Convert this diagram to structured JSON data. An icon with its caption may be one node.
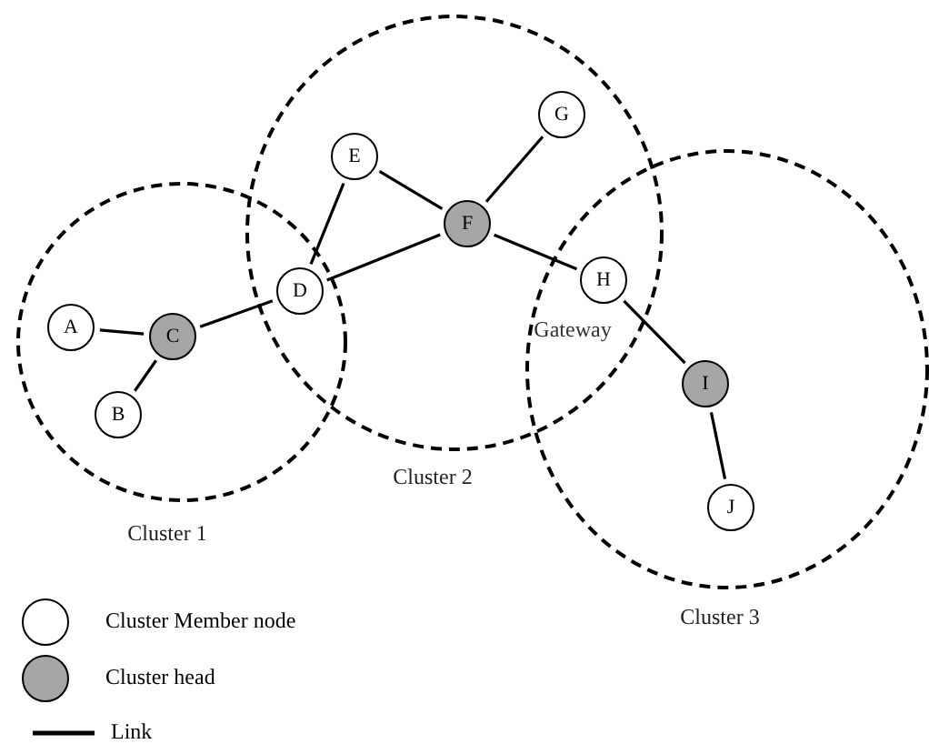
{
  "diagram": {
    "nodes": [
      {
        "text": [
          "Cluster 1"
        ]
      },
      {
        "text": [
          "A"
        ],
        "in": 0
      },
      {
        "text": [
          "B"
        ],
        "in": 0
      },
      {
        "text": [
          "C"
        ],
        "in": 0
      },
      {
        "text": [
          "Cluster 2"
        ]
      },
      {
        "text": [
          "D"
        ]
      },
      {
        "text": [
          "E"
        ],
        "in": 4
      },
      {
        "text": [
          "F"
        ],
        "in": 4
      },
      {
        "text": [
          "G"
        ],
        "in": 4
      },
      {
        "text": [
          "H"
        ],
        "beside": [
          "Gateway"
        ]
      },
      {
        "text": [
          "Cluster 3"
        ]
      },
      {
        "text": [
          "I"
        ],
        "in": 10
      },
      {
        "text": [
          "J"
        ],
        "in": 10
      }
    ],
    "edges": [
      {
        "from": 1,
        "to": 3,
        "arrow": "none"
      },
      {
        "from": 3,
        "to": 2,
        "arrow": "none"
      },
      {
        "from": 3,
        "to": 5,
        "arrow": "none"
      },
      {
        "from": 5,
        "to": 6,
        "arrow": "none"
      },
      {
        "from": 5,
        "to": 7,
        "arrow": "none"
      },
      {
        "from": 6,
        "to": 7,
        "arrow": "none"
      },
      {
        "from": 7,
        "to": 8,
        "arrow": "none"
      },
      {
        "from": 7,
        "to": 9,
        "arrow": "none"
      },
      {
        "from": 9,
        "to": 11,
        "arrow": "none"
      },
      {
        "from": 11,
        "to": 12,
        "arrow": "none"
      }
    ],
    "legend": [
      {
        "text": "Cluster Member node",
        "color": "#ffffff"
      },
      {
        "text": "Cluster head",
        "color": "#a6a6a6"
      },
      {
        "text": "Link"
      }
    ]
  }
}
